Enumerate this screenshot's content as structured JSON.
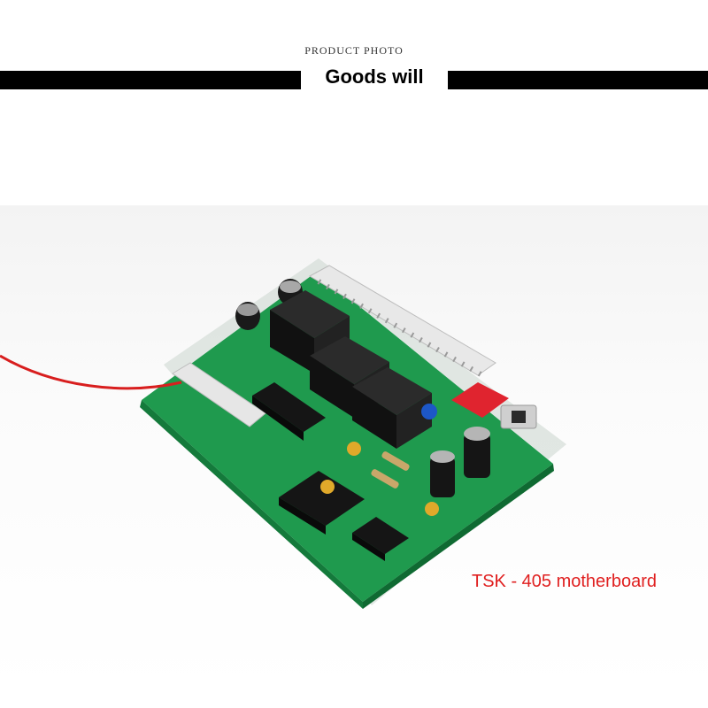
{
  "header": {
    "caption": "PRODUCT PHOTO",
    "title": "Goods will"
  },
  "photo": {
    "subject": "green circuit board",
    "caption": "TSK - 405 motherboard",
    "caption_color": "#e02020",
    "board_color": "#1f9a4e",
    "wire_color": "#d81e1e"
  }
}
